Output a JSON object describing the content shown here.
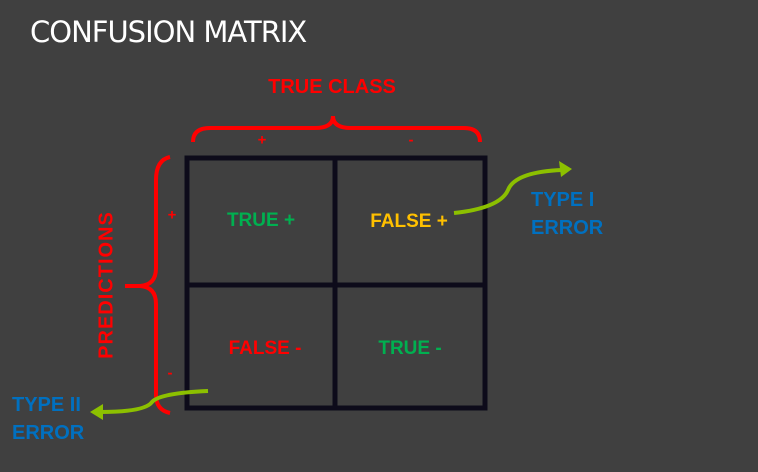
{
  "title": "CONFUSION MATRIX",
  "true_class_label": "TRUE CLASS",
  "predictions_label": "PREDICTIONS",
  "column_signs": [
    "+",
    "-"
  ],
  "row_signs": [
    "+",
    "-"
  ],
  "cells": {
    "true_positive": "TRUE +",
    "false_positive": "FALSE +",
    "false_negative": "FALSE -",
    "true_negative": "TRUE -"
  },
  "type_i_error": [
    "TYPE I",
    "ERROR"
  ],
  "type_ii_error": [
    "TYPE II",
    "ERROR"
  ],
  "colors": {
    "background": "#404040",
    "axis_red": "#ff0000",
    "true_green": "#00b050",
    "false_pos_orange": "#ffc000",
    "false_neg_red": "#ff0000",
    "error_blue": "#0070c0",
    "arrow_green": "#8cc000",
    "grid": "#0d0b1a"
  }
}
